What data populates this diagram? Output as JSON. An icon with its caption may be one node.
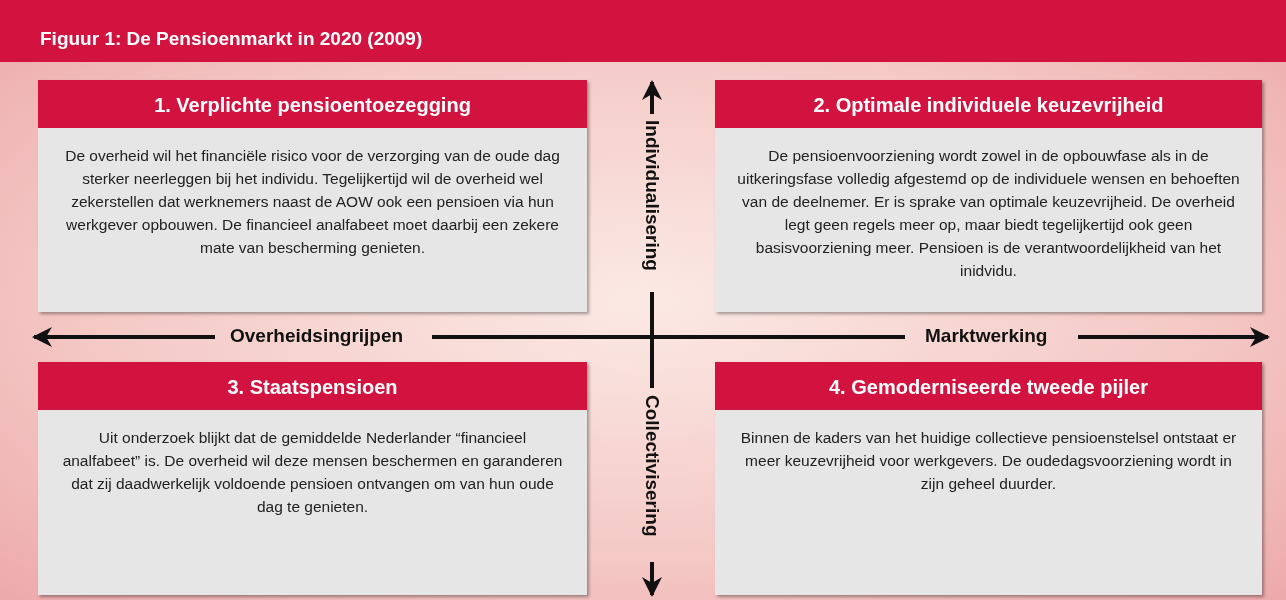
{
  "diagram": {
    "title": "Figuur 1: De Pensioenmarkt in 2020 (2009)",
    "nodes": [
      {
        "text": [
          "1. Verplichte pensioentoezegging",
          "De overheid wil het financiële risico voor de verzorging van de oude dag sterker neerleggen bij het individu. Tegelijkertijd wil de overheid wel zekerstellen dat werknemers naast de AOW ook een pensioen via hun werkgever opbouwen. De financieel analfabeet moet daarbij een zekere mate van bescherming genieten."
        ]
      },
      {
        "text": [
          "2. Optimale individuele keuzevrijheid",
          "De pensioenvoorziening wordt zowel in de opbouwfase als in de uitkeringsfase volledig afgestemd op de individuele wensen en behoeften van de deelnemer. Er is sprake van optimale keuzevrijheid. De overheid legt geen regels meer op, maar biedt tegelijkertijd ook geen basisvoorziening meer. Pensioen is de verantwoordelijkheid van het inidvidu."
        ]
      },
      {
        "text": [
          "3. Staatspensioen",
          "Uit onderzoek blijkt dat de gemiddelde Nederlander “financieel analfabeet” is. De overheid wil deze mensen beschermen en garanderen dat zij daadwerkelijk voldoende pensioen ontvangen om van hun oude dag te genieten."
        ]
      },
      {
        "text": [
          "4. Gemoderniseerde tweede pijler",
          "Binnen de kaders van het huidige collectieve pensioenstelsel ontstaat er meer keuzevrijheid voor werkgevers. De oudedagsvoorziening wordt in zijn geheel duurder."
        ]
      }
    ],
    "edges": [],
    "labels": [
      "Individualisering",
      "Overheidsingrijpen",
      "Marktwerking",
      "Collectivisering"
    ]
  }
}
